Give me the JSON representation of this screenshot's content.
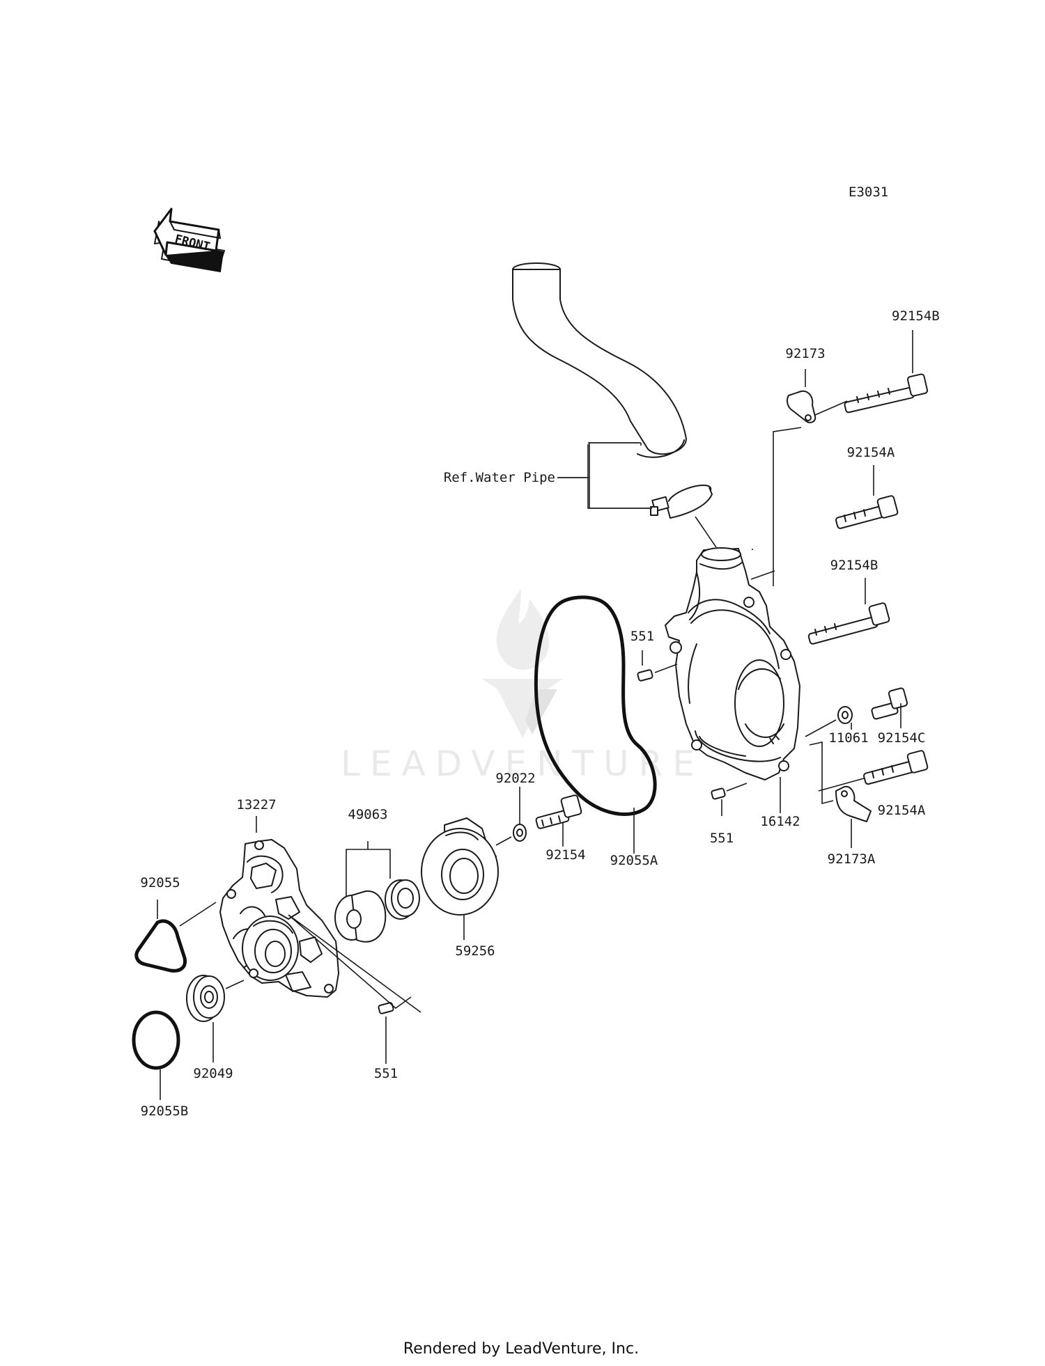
{
  "diagram_code": "E3031",
  "front_label": "FRONT",
  "watermark": "LEADVENTURE",
  "footer": "Rendered by LeadVenture, Inc.",
  "colors": {
    "line": "#1a1a1a",
    "watermark": "#e9e9e9",
    "background": "#ffffff"
  },
  "parts": {
    "p92154B_top": "92154B",
    "p92173": "92173",
    "p92154A_top": "92154A",
    "ref_water_pipe": "Ref.Water Pipe",
    "p92154B_mid": "92154B",
    "p551_upper": "551",
    "p92154C": "92154C",
    "p11061": "11061",
    "p92154A_low": "92154A",
    "p16142": "16142",
    "p551_right": "551",
    "p92173A": "92173A",
    "p92022": "92022",
    "p92154": "92154",
    "p92055A": "92055A",
    "p13227": "13227",
    "p49063": "49063",
    "p59256": "59256",
    "p92055": "92055",
    "p92049": "92049",
    "p551_low": "551",
    "p92055B": "92055B"
  }
}
